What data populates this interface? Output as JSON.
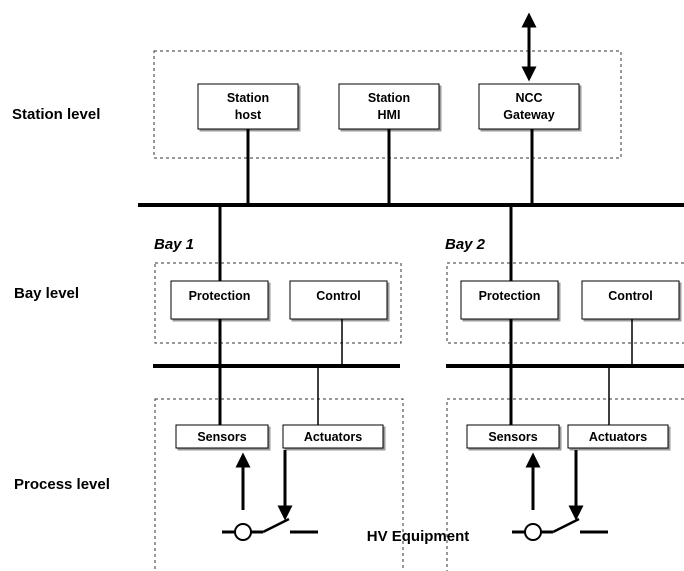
{
  "levels": {
    "station": "Station level",
    "bay": "Bay level",
    "process": "Process level"
  },
  "station_boxes": {
    "station_host": [
      "Station",
      "host"
    ],
    "station_hmi": [
      "Station",
      "HMI"
    ],
    "ncc_gateway": [
      "NCC",
      "Gateway"
    ]
  },
  "bays": [
    {
      "title": "Bay 1",
      "protection": "Protection",
      "control": "Control",
      "sensors": "Sensors",
      "actuators": "Actuators"
    },
    {
      "title": "Bay 2",
      "protection": "Protection",
      "control": "Control",
      "sensors": "Sensors",
      "actuators": "Actuators"
    }
  ],
  "hv_equipment": "HV Equipment"
}
